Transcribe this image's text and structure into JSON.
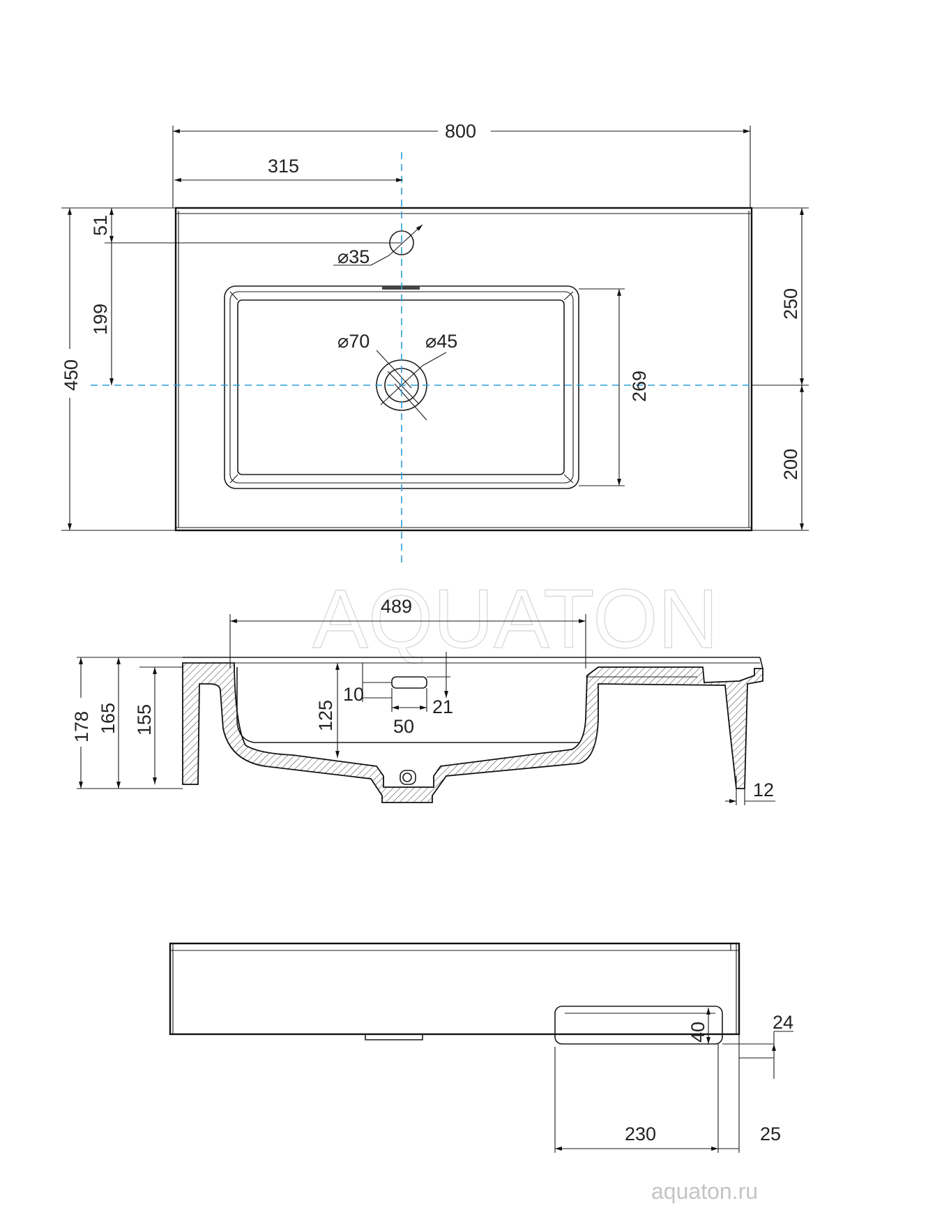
{
  "watermark": "AQUATON",
  "website": "aquaton.ru",
  "colors": {
    "centerline": "#2aa0d8",
    "line": "#1a1a1a",
    "watermark": "#d6d6d6"
  },
  "top_view": {
    "width": "800",
    "tap_offset": "315",
    "depth": "450",
    "tap_from_back": "51",
    "tap_to_drain": "199",
    "back_to_drain": "250",
    "drain_to_front": "200",
    "bowl_depth": "269",
    "tap_hole": "⌀35",
    "drain_outer": "⌀70",
    "drain_inner": "⌀45"
  },
  "section_view": {
    "bowl_width": "489",
    "total_height": "178",
    "height_165": "165",
    "height_155": "155",
    "bowl_inner_depth": "125",
    "overflow_offset": "10",
    "overflow_width": "50",
    "overflow_height": "21",
    "wall_thickness": "12"
  },
  "front_view": {
    "handle_length": "230",
    "handle_height": "40",
    "handle_top_offset": "24",
    "handle_side_offset": "25"
  }
}
